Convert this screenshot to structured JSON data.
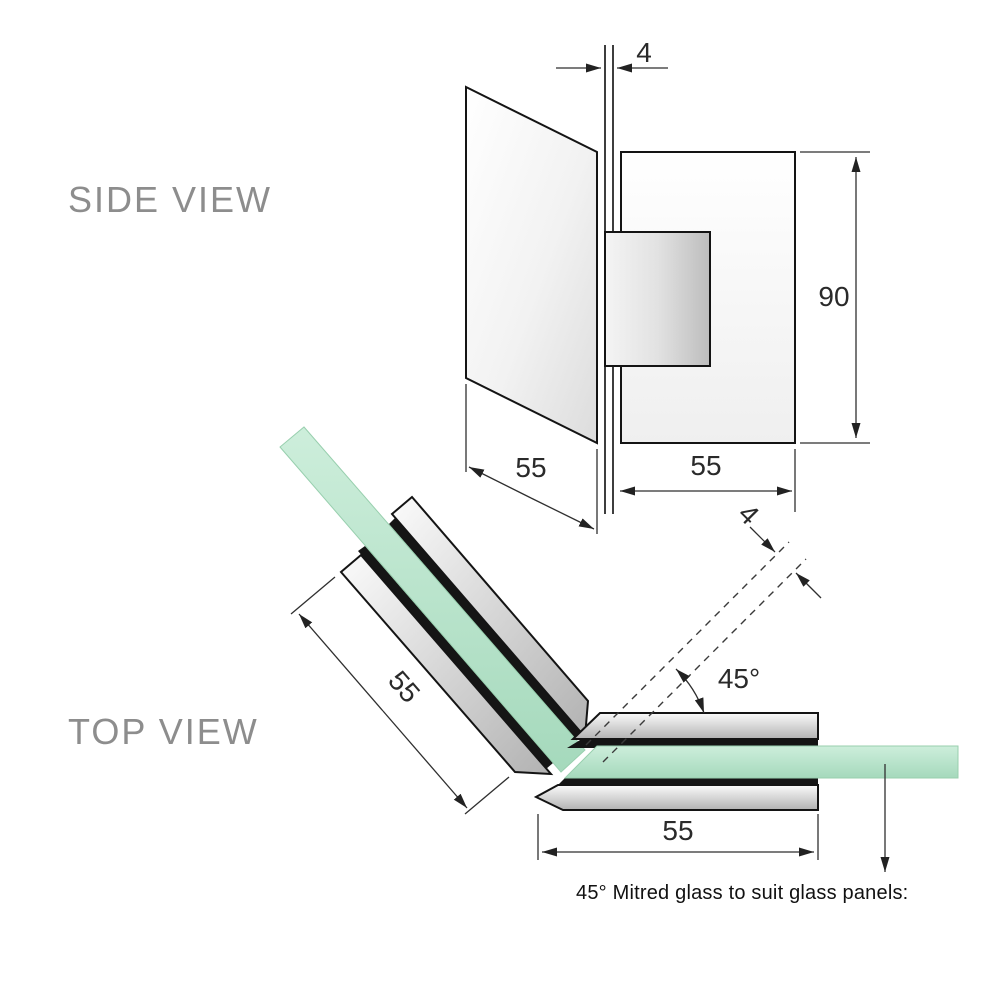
{
  "side_view": {
    "label": "SIDE VIEW",
    "dim_glass_thickness": "4",
    "dim_plate_height": "90",
    "dim_glass_width": "55",
    "dim_plate_width": "55"
  },
  "top_view": {
    "label": "TOP VIEW",
    "dim_glass_thickness": "4",
    "dim_angle": "45°",
    "dim_clamp_diagonal": "55",
    "dim_clamp_horizontal": "55",
    "note": "45° Mitred glass to suit glass panels:"
  },
  "colors": {
    "glass_green": "#b7e4c7",
    "metal_light": "#f7f7f7",
    "metal_dark": "#b5b5b5",
    "gasket_black": "#151515",
    "line": "#2f2f2f",
    "label_gray": "#8d8d8d"
  }
}
